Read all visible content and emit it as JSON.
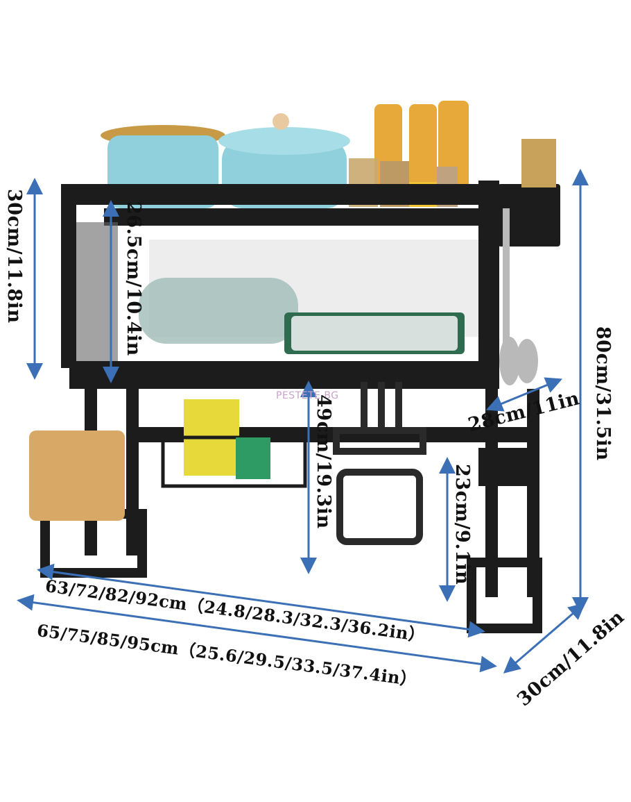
{
  "watermark": "PESTETE.BG",
  "dimensions": {
    "left_shelf_height": "30cm/11.8in",
    "inner_shelf_height": "26.5cm/10.4in",
    "clearance_height": "49cm/19.3in",
    "crossbar_height": "23cm/9.1in",
    "total_height": "80cm/31.5in",
    "side_depth": "28cm/11in",
    "inner_width": "63/72/82/92cm（24.8/28.3/32.3/36.2in）",
    "outer_width": "65/75/85/95cm（25.6/29.5/33.5/37.4in）",
    "base_depth": "30cm/11.8in"
  },
  "colors": {
    "dimension_line": "#3b6fb6",
    "frame": "#1c1c1c"
  }
}
